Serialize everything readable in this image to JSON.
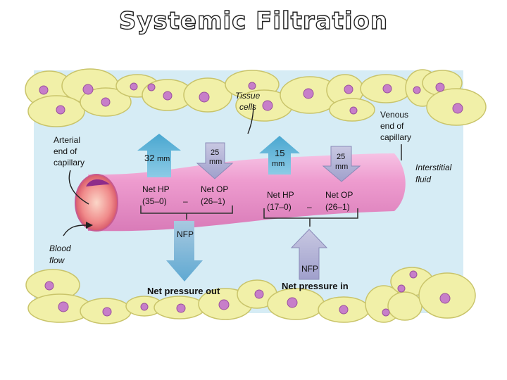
{
  "title": "Systemic Filtration",
  "labels": {
    "arterial": [
      "Arterial",
      "end of",
      "capillary"
    ],
    "venous": [
      "Venous",
      "end of",
      "capillary"
    ],
    "tissue_cells": [
      "Tissue",
      "cells"
    ],
    "interstitial": [
      "Interstitial",
      "fluid"
    ],
    "blood_flow": [
      "Blood",
      "flow"
    ],
    "net_pressure_out": "Net pressure out",
    "net_pressure_in": "Net pressure in"
  },
  "arterial_end": {
    "hp_arrow_value": "32",
    "hp_arrow_unit": "mm",
    "op_arrow_value": "25",
    "op_arrow_unit": "mm",
    "net_hp_label": "Net HP",
    "net_hp_formula": "(35–0)",
    "minus": "–",
    "net_op_label": "Net OP",
    "net_op_formula": "(26–1)",
    "nfp_label": "NFP"
  },
  "venous_end": {
    "hp_arrow_value": "15",
    "hp_arrow_unit": "mm",
    "op_arrow_value": "25",
    "op_arrow_unit": "mm",
    "net_hp_label": "Net HP",
    "net_hp_formula": "(17–0)",
    "minus": "–",
    "net_op_label": "Net OP",
    "net_op_formula": "(26–1)",
    "nfp_label": "NFP"
  },
  "colors": {
    "interstitial_bg": "#d6ecf5",
    "cell_fill": "#f1f0a8",
    "cell_stroke": "#c9c46a",
    "nucleus": "#c77ec9",
    "capillary": "#ee9ccf",
    "up_arrow": "#5fb3d6",
    "down_arrow": "#b8b8d6"
  }
}
